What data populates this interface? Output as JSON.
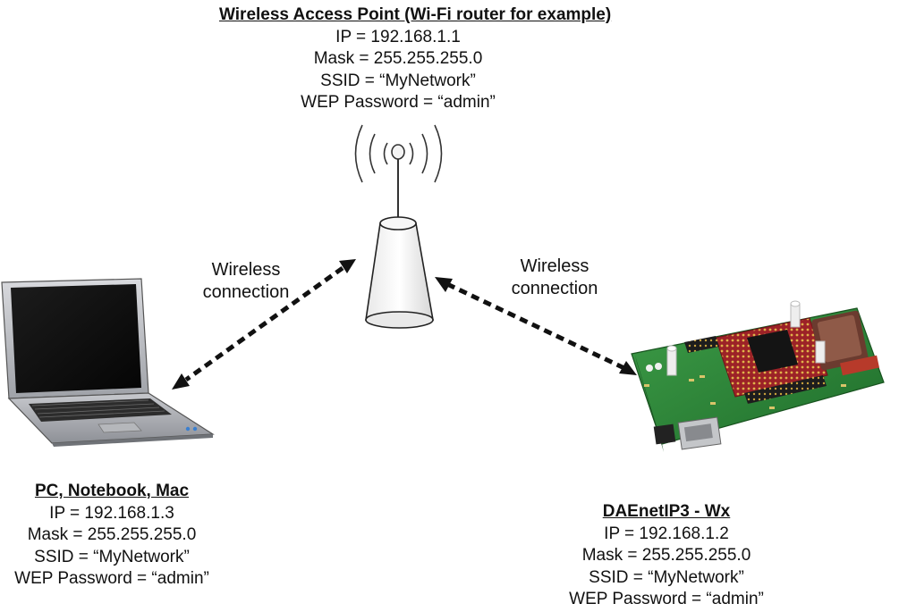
{
  "access_point": {
    "title": "Wireless Access Point (Wi-Fi router for example)",
    "ip": "IP = 192.168.1.1",
    "mask": "Mask = 255.255.255.0",
    "ssid": "SSID = “MyNetwork”",
    "wep": "WEP Password = “admin”"
  },
  "pc": {
    "title": "PC, Notebook, Mac",
    "ip": "IP = 192.168.1.3",
    "mask": "Mask = 255.255.255.0",
    "ssid": "SSID = “MyNetwork”",
    "wep": "WEP Password = “admin”"
  },
  "device": {
    "title": "DAEnetIP3 - Wx",
    "ip": "IP = 192.168.1.2",
    "mask": "Mask = 255.255.255.0",
    "ssid": "SSID = “MyNetwork”",
    "wep": "WEP Password = “admin”"
  },
  "connections": {
    "left_line1": "Wireless",
    "left_line2": "connection",
    "right_line1": "Wireless",
    "right_line2": "connection"
  },
  "colors": {
    "board_green": "#2f8a3a",
    "chip_red": "#a2262a",
    "arrow": "#111111"
  },
  "icons": {
    "router": "router-icon",
    "laptop": "laptop-icon",
    "board": "circuit-board-icon"
  }
}
